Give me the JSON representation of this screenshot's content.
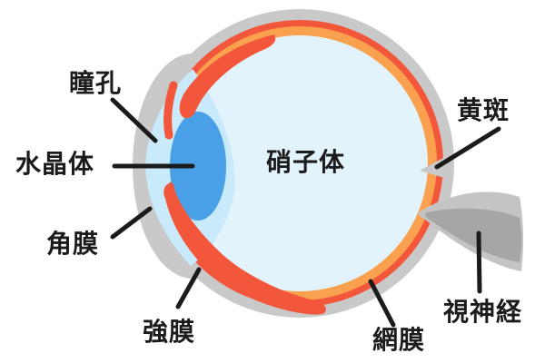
{
  "figure": {
    "description": "Cross-section anatomy diagram of the human eye with Japanese labels"
  },
  "labels": {
    "pupil": "瞳孔",
    "lens": "水晶体",
    "cornea": "角膜",
    "sclera": "強膜",
    "vitreous_body": "硝子体",
    "macula": "黄斑",
    "retina": "網膜",
    "optic_nerve": "視神経"
  },
  "colors": {
    "background": "#ffffff",
    "sclera_gray": "#c9c9c9",
    "choroid_red": "#f2573c",
    "retina_orange": "#f9a14e",
    "vitreous_blue": "#e3f3fb",
    "anterior_chamber_blue": "#c9eafb",
    "lens_blue": "#49a0e6",
    "optic_nerve_dark": "#a6a6a6",
    "optic_nerve_light": "#c4c4c4",
    "label_text": "#1b1b1b"
  }
}
